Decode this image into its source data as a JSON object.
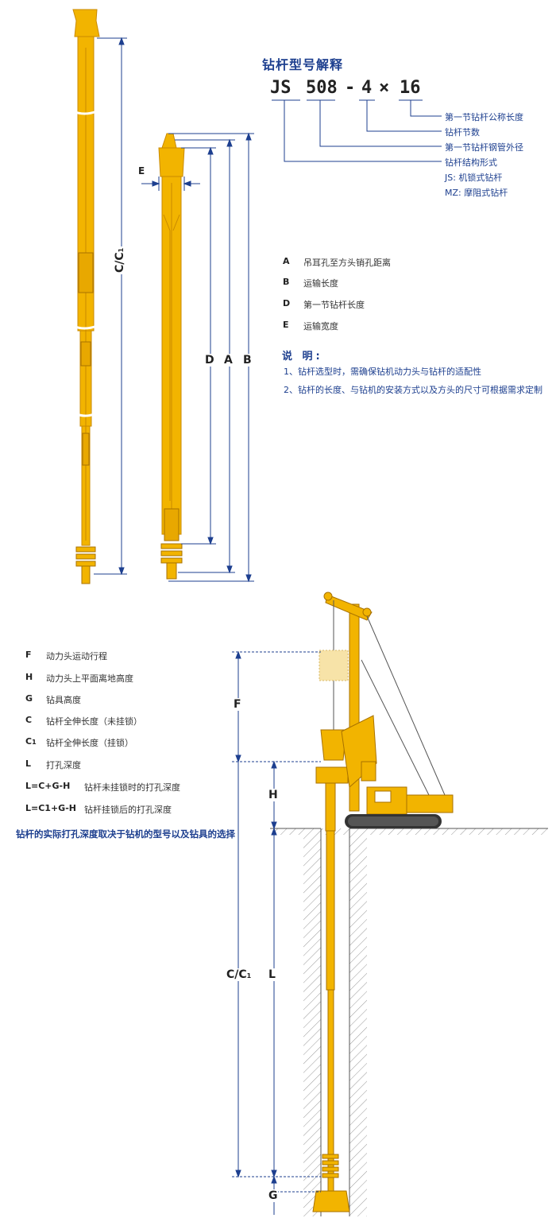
{
  "model_title": "钻杆型号解释",
  "model_code": {
    "prefix": "JS",
    "diameter": "508",
    "dash": "-",
    "sections": "4",
    "times": "×",
    "length": "16"
  },
  "model_legend": [
    "第一节钻杆公称长度",
    "钻杆节数",
    "第一节钻杆钢管外径",
    "钻杆结构形式",
    "JS:  机锁式钻杆",
    "MZ:  摩阻式钻杆"
  ],
  "rod_keys": [
    {
      "key": "A",
      "desc": "吊耳孔至方头销孔距离"
    },
    {
      "key": "B",
      "desc": "运输长度"
    },
    {
      "key": "D",
      "desc": "第一节钻杆长度"
    },
    {
      "key": "E",
      "desc": "运输宽度"
    }
  ],
  "notes_title": "说  明:",
  "notes": [
    "1、钻杆选型时，需确保钻机动力头与钻杆的适配性",
    "2、钻杆的长度、与钻机的安装方式以及方头的尺寸可根据需求定制"
  ],
  "rig_keys": [
    {
      "key": "F",
      "sub": "",
      "desc": "动力头运动行程"
    },
    {
      "key": "H",
      "sub": "",
      "desc": "动力头上平面离地高度"
    },
    {
      "key": "G",
      "sub": "",
      "desc": "钻具高度"
    },
    {
      "key": "C",
      "sub": "",
      "desc": "钻杆全伸长度（未挂锁）"
    },
    {
      "key": "C",
      "sub": "1",
      "desc": "钻杆全伸长度（挂锁）"
    },
    {
      "key": "L",
      "sub": "",
      "desc": "打孔深度"
    },
    {
      "key": "L=C+G-H",
      "sub": "",
      "desc": "钻杆未挂锁时的打孔深度"
    },
    {
      "key": "L=C1+G-H",
      "sub": "",
      "desc": "钻杆挂锁后的打孔深度"
    }
  ],
  "footnote": "钻杆的实际打孔深度取决于钻机的型号以及钻具的选择",
  "dim_labels": {
    "cc1_top": "C/C",
    "cc1_top_sub": "1",
    "e": "E",
    "d": "D",
    "a": "A",
    "b": "B",
    "f": "F",
    "h": "H",
    "cc1_bottom": "C/C",
    "cc1_bottom_sub": "1",
    "l": "L",
    "g": "G"
  },
  "colors": {
    "rod": "#f2b400",
    "rod_dark": "#c98a00",
    "dim_line": "#1d3f8f",
    "accent": "#1d3f8f"
  }
}
